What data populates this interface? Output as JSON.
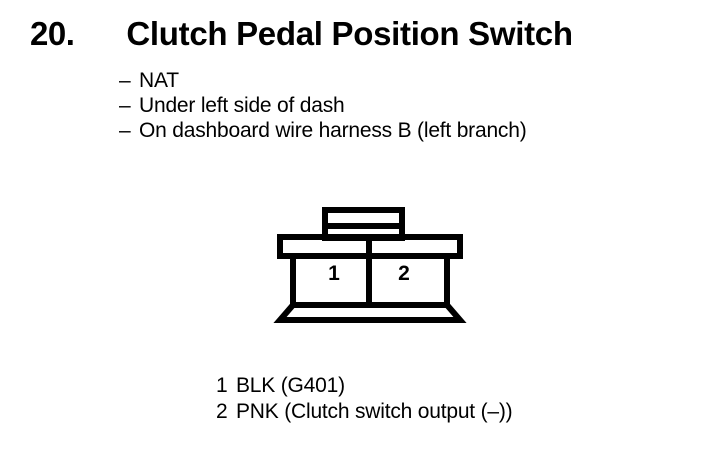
{
  "page": {
    "background_color": "#ffffff",
    "ink_color": "#000000"
  },
  "header": {
    "number": "20.",
    "title": "Clutch Pedal Position Switch"
  },
  "notes": {
    "bullet": "–",
    "items": [
      "NAT",
      "Under left side of dash",
      "On dashboard wire harness B (left branch)"
    ]
  },
  "connector": {
    "cavities": [
      {
        "number": "1"
      },
      {
        "number": "2"
      }
    ]
  },
  "legend": {
    "rows": [
      {
        "pin": "1",
        "text": "BLK (G401)"
      },
      {
        "pin": "2",
        "text": "PNK (Clutch switch output (–))"
      }
    ]
  }
}
